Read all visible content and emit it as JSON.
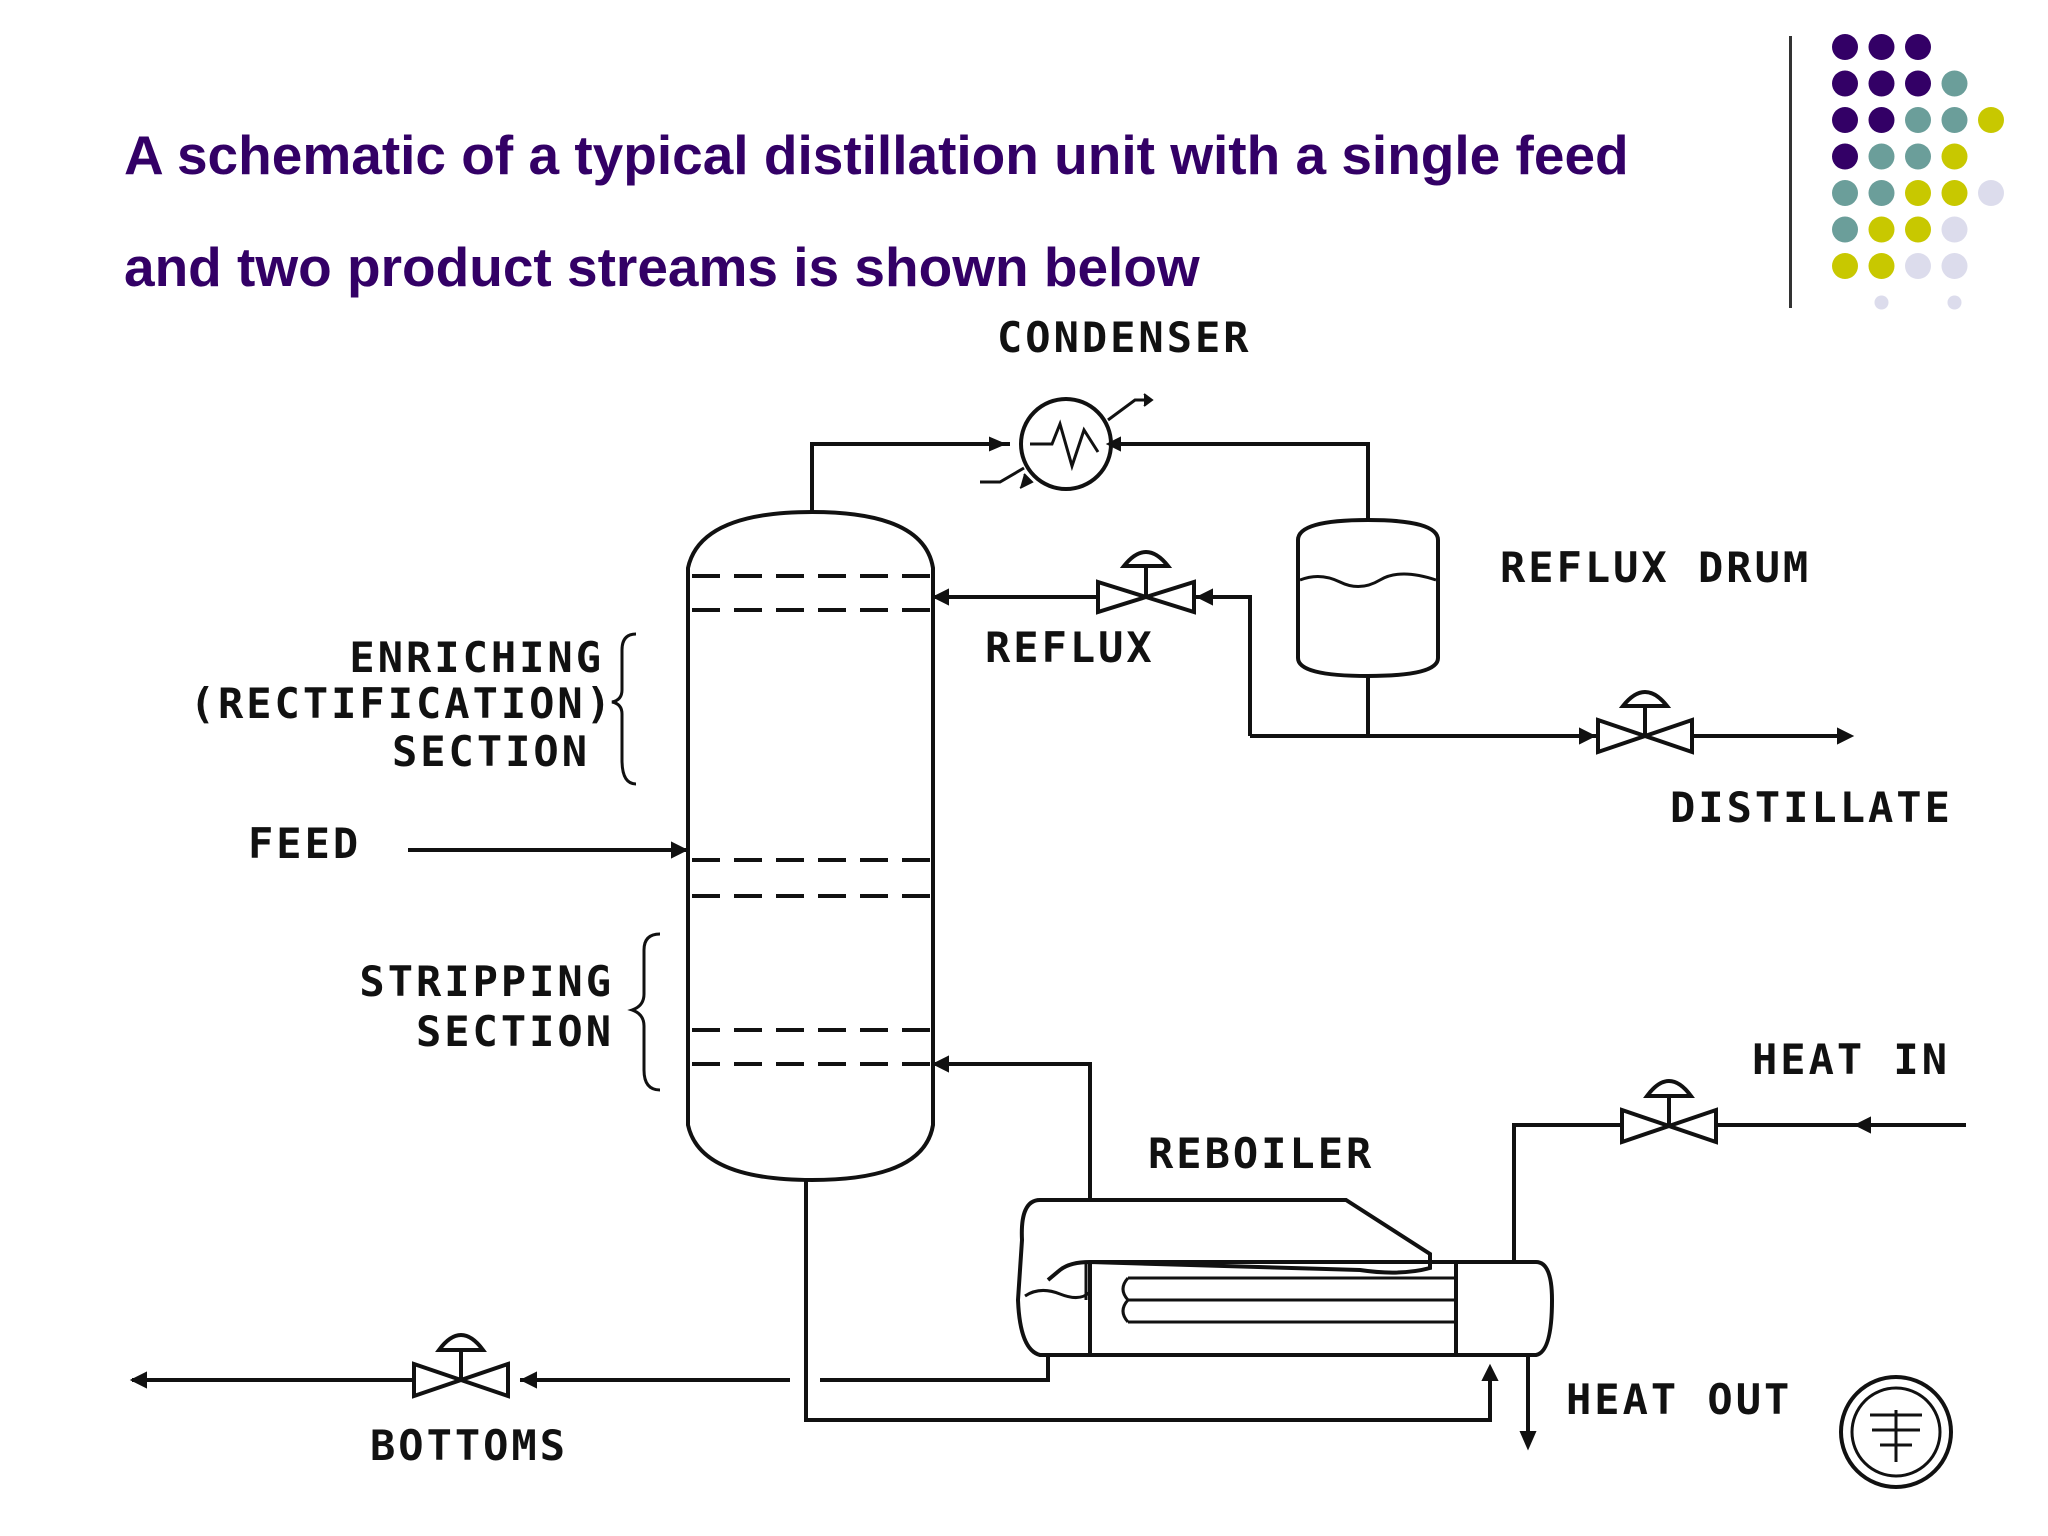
{
  "title": {
    "line1": "A schematic of a typical distillation unit with a single feed",
    "line2": "and two product streams is shown below"
  },
  "colors": {
    "title": "#330066",
    "dot_palette": [
      "#330066",
      "#6b9e9a",
      "#c8c800",
      "#dcdcec"
    ]
  },
  "labels": {
    "condenser": "CONDENSER",
    "reflux_drum": "REFLUX DRUM",
    "reflux": "REFLUX",
    "distillate": "DISTILLATE",
    "enriching_1": "ENRICHING",
    "enriching_2": "(RECTIFICATION)",
    "enriching_3": "SECTION",
    "feed": "FEED",
    "stripping_1": "STRIPPING",
    "stripping_2": "SECTION",
    "heat_in": "HEAT IN",
    "reboiler": "REBOILER",
    "heat_out": "HEAT OUT",
    "bottoms": "BOTTOMS"
  }
}
